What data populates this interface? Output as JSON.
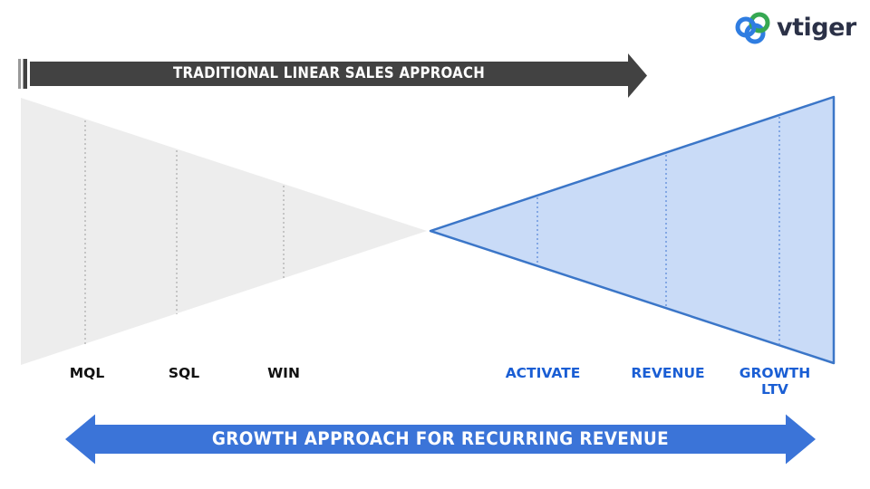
{
  "logo": {
    "brand": "vtiger",
    "icon_blue": "#2F7DE1",
    "icon_green": "#36A852",
    "text_color": "#2B3147"
  },
  "top_arrow": {
    "label": "TRADITIONAL LINEAR SALES APPROACH",
    "fill": "#424242",
    "tail_accent": "#9A9A9A",
    "text_color": "#FFFFFF"
  },
  "left_funnel": {
    "fill": "#EDEDED",
    "divider_color": "#ABABAB",
    "label_color": "#111111",
    "stages": [
      {
        "label": "MQL"
      },
      {
        "label": "SQL"
      },
      {
        "label": "WIN"
      }
    ]
  },
  "right_funnel": {
    "fill": "#C9DBF7",
    "border": "#3B76C8",
    "divider_color": "#5585D8",
    "label_color": "#1A5ED4",
    "stages": [
      {
        "label": "ACTIVATE"
      },
      {
        "label": "REVENUE"
      },
      {
        "label": "GROWTH LTV"
      }
    ]
  },
  "bottom_arrow": {
    "label": "GROWTH APPROACH FOR RECURRING REVENUE",
    "fill": "#3B74D8",
    "text_color": "#FFFFFF"
  }
}
